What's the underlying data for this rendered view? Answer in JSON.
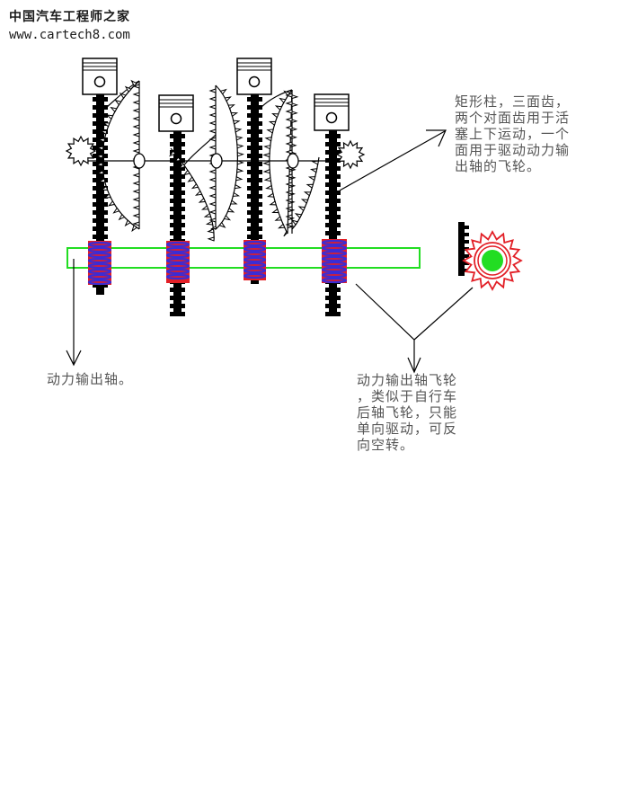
{
  "watermark": {
    "site_name": "中国汽车工程师之家",
    "url": "www.cartech8.com"
  },
  "annotations": {
    "rack_description": "矩形柱，三面齿，\n两个对面齿用于活\n塞上下运动，一个\n面用于驱动动力输\n出轴的飞轮。",
    "output_shaft": "动力输出轴。",
    "flywheel_description": "动力输出轴飞轮\n，类似于自行车\n后轴飞轮，只能\n单向驱动，可反\n向空转。"
  },
  "colors": {
    "rack": "#000000",
    "output_shaft_outline": "#22dd22",
    "freewheel_block": "#e21f26",
    "freewheel_coil": "#3a2cd6",
    "flywheel_ring": "#e21f26",
    "flywheel_center": "#22dd22"
  }
}
